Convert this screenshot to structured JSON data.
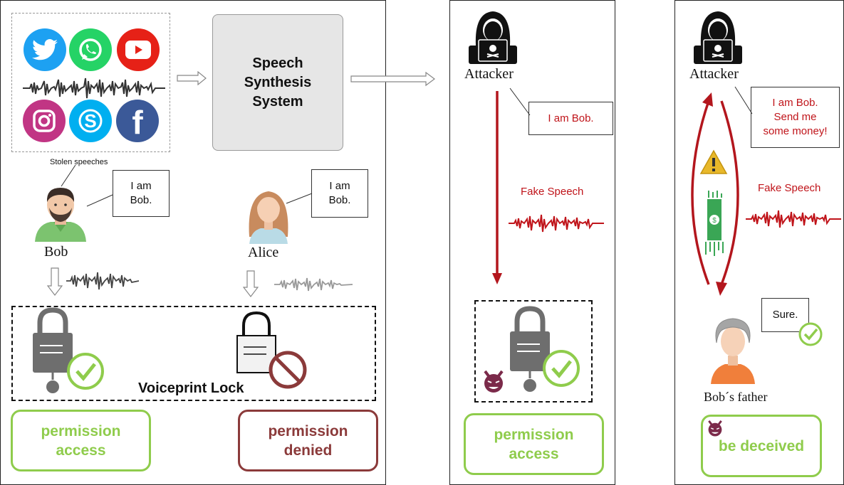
{
  "colors": {
    "accent_green": "#8fcc4c",
    "denied_red": "#8b3a3a",
    "fake_red": "#c0141a",
    "lock_gray": "#6e6e6e",
    "twitter": "#1da1f2",
    "whatsapp": "#25d366",
    "youtube": "#e62117",
    "instagram": "#c13584",
    "skype": "#00aff0",
    "facebook": "#3b5998"
  },
  "icons": [
    "twitter-icon",
    "whatsapp-icon",
    "youtube-icon",
    "instagram-icon",
    "skype-icon",
    "facebook-icon",
    "attacker-icon",
    "lock-icon",
    "check-icon",
    "prohibited-icon",
    "devil-icon",
    "warning-icon",
    "money-icon"
  ],
  "panel1": {
    "stolen_label": "Stolen speeches",
    "synth_label": "Speech\nSynthesis\nSystem",
    "bob_bubble": "I am\nBob.",
    "alice_bubble": "I am\nBob.",
    "bob_name": "Bob",
    "alice_name": "Alice",
    "lock_label": "Voiceprint Lock",
    "access_label": "permission\naccess",
    "denied_label": "permission\ndenied"
  },
  "panel2": {
    "attacker_label": "Attacker",
    "bubble": "I am Bob.",
    "fake_label": "Fake Speech",
    "access_label": "permission\naccess"
  },
  "panel3": {
    "attacker_label": "Attacker",
    "bubble": "I am Bob.\nSend me\nsome money!",
    "fake_label": "Fake Speech",
    "father_bubble": "Sure.",
    "father_name": "Bob´s father",
    "deceived_label": "be deceived"
  }
}
